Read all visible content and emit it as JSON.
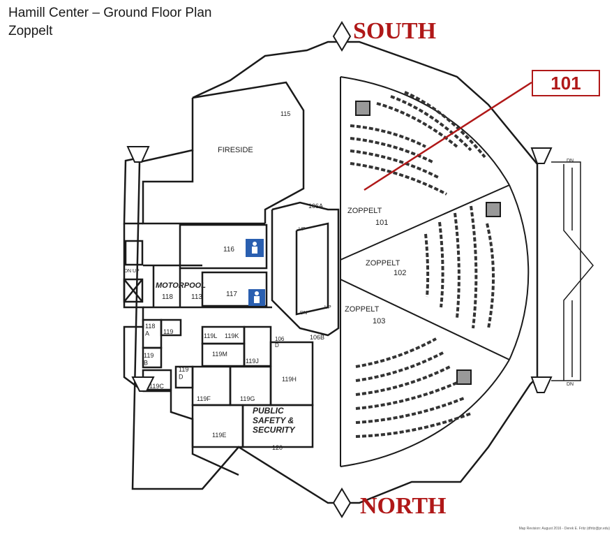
{
  "title": {
    "line1": "Hamill Center – Ground Floor Plan",
    "line2": "Zoppelt"
  },
  "compass": {
    "south": "SOUTH",
    "north": "NORTH"
  },
  "callout": {
    "label": "101",
    "color": "#b01818"
  },
  "rooms": {
    "fireside": "FIRESIDE",
    "r115": "115",
    "r106a": "106A",
    "r106b": "106B",
    "r106d": "106\nD",
    "zoppelt_label": "ZOPPELT",
    "r101": "101",
    "r102": "102",
    "r103": "103",
    "r116": "116",
    "r117": "117",
    "motorpool": "MOTORPOOL",
    "r118": "118",
    "r113": "113",
    "r118a": "118\nA",
    "r119": "119",
    "r119b": "119\nB",
    "r119c": "119C",
    "r119d": "119\nD",
    "r119l": "119L",
    "r119k": "119K",
    "r119m": "119M",
    "r119j": "119J",
    "r119h": "119H",
    "r119f": "119F",
    "r119g": "119G",
    "r119e": "119E",
    "public_safety": "PUBLIC\nSAFETY &\nSECURITY",
    "r120": "120"
  },
  "stairs": {
    "up": "UP",
    "dn": "DN"
  },
  "revision": "Map Revision: August 2016 - Derek E. Fritz (dfritz@pr.edu)"
}
